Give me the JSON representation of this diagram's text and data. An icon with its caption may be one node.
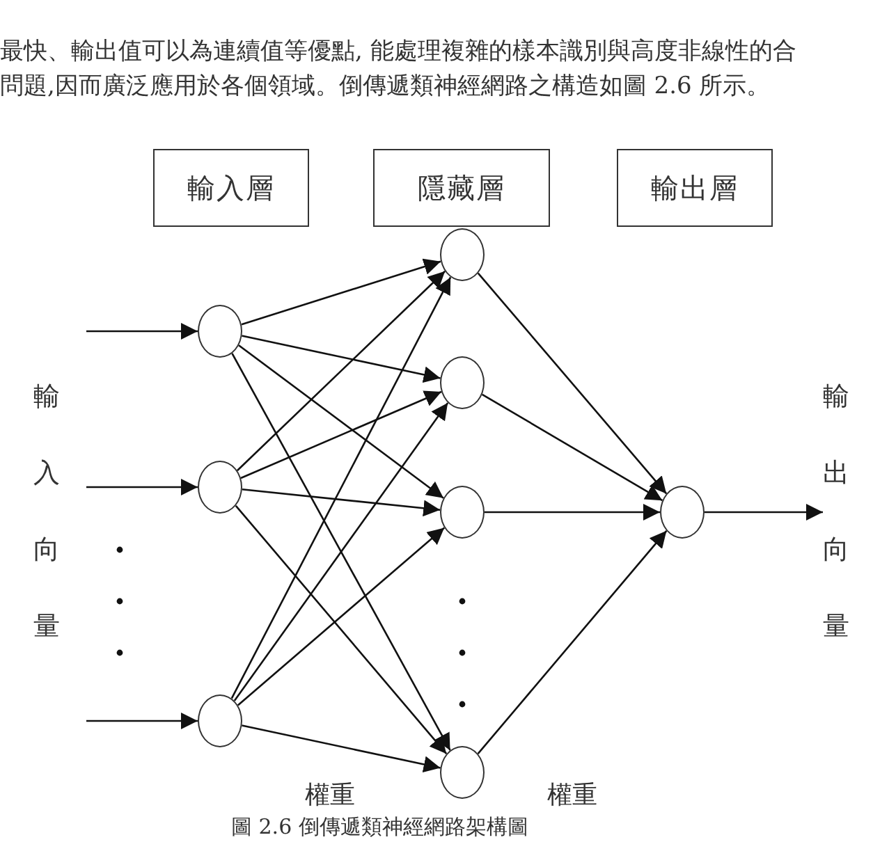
{
  "diagram": {
    "caption": "圖 2.6 倒傳遞類神經網路架構圖",
    "nodes": [
      {
        "text": [
          "輸入層"
        ]
      },
      {
        "text": [
          "隱藏層"
        ]
      },
      {
        "text": [
          "輸出層"
        ]
      },
      {
        "text": [],
        "shape": "circle"
      },
      {
        "text": [],
        "shape": "circle"
      },
      {
        "text": [],
        "shape": "circle"
      },
      {
        "text": [],
        "shape": "circle"
      },
      {
        "text": [],
        "shape": "circle"
      },
      {
        "text": [],
        "shape": "circle"
      },
      {
        "text": [],
        "shape": "circle"
      },
      {
        "text": [],
        "shape": "circle"
      },
      {
        "text": [
          "輸出向量"
        ]
      }
    ],
    "edges": [
      {
        "from": null,
        "to": 3,
        "arrow": "to"
      },
      {
        "from": null,
        "to": 4,
        "arrow": "to"
      },
      {
        "from": null,
        "to": 5,
        "arrow": "to"
      },
      {
        "from": 3,
        "to": 6,
        "arrow": "to"
      },
      {
        "from": 3,
        "to": 7,
        "arrow": "to"
      },
      {
        "from": 3,
        "to": 8,
        "arrow": "to"
      },
      {
        "from": 3,
        "to": 9,
        "arrow": "to"
      },
      {
        "from": 4,
        "to": 6,
        "arrow": "to"
      },
      {
        "from": 4,
        "to": 7,
        "arrow": "to"
      },
      {
        "from": 4,
        "to": 8,
        "arrow": "to"
      },
      {
        "from": 4,
        "to": 9,
        "arrow": "to"
      },
      {
        "from": 5,
        "to": 6,
        "arrow": "to"
      },
      {
        "from": 5,
        "to": 7,
        "arrow": "to"
      },
      {
        "from": 5,
        "to": 8,
        "arrow": "to"
      },
      {
        "from": 5,
        "to": 9,
        "arrow": "to"
      },
      {
        "from": 6,
        "to": 10,
        "arrow": "to"
      },
      {
        "from": 7,
        "to": 10,
        "arrow": "to"
      },
      {
        "from": 8,
        "to": 10,
        "arrow": "to"
      },
      {
        "from": 9,
        "to": 10,
        "arrow": "to"
      },
      {
        "from": 10,
        "to": 11,
        "arrow": "to"
      }
    ],
    "labels": [
      "最快、輸出值可以為連續值等優點, 能處理複雜的樣本識別與高度非線性的合問題,因而廣泛應用於各個領域。倒傳遞類神經網路之構造如圖 2.6 所示。",
      "輸入向量",
      "權重",
      "權重"
    ]
  }
}
